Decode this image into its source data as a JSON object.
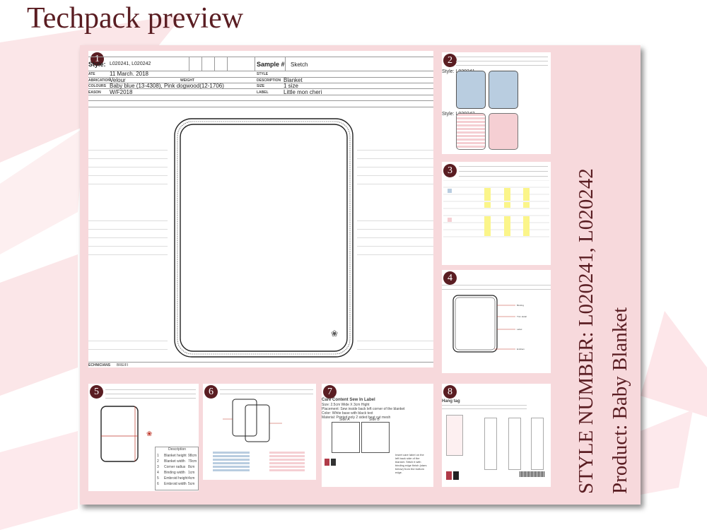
{
  "title": "Techpack preview",
  "side_text": {
    "style_number": "STYLE NUMBER: L020241, L020242",
    "product": "Product: Baby Blanket"
  },
  "colors": {
    "title": "#5a1d22",
    "card_bg": "#f7d9dc",
    "blue_swatch": "#b9cde0",
    "pink_swatch": "#f5cfd3"
  },
  "page1": {
    "badge": "1",
    "style_label": "Style:",
    "style_value": "L020241, L020242",
    "sample_label": "Sample #",
    "sample_value": "Sketch",
    "date_label": "ATE",
    "date_value": "11 March. 2018",
    "style2_label": "STYLE",
    "fabrication_label": "ABRICATION",
    "fabrication_value": "Velour",
    "weight_label": "WEIGHT",
    "description_label": "DESCRIPTION",
    "description_value": "Blanket",
    "colours_label": "COLOURS",
    "colours_value": "Baby blue (13-4308), Pink dogwood(12-1706)",
    "size_label": "SIZE",
    "size_value": "1 size",
    "season_label": "EASON",
    "season_value": "W/F2018",
    "label_label": "LABEL",
    "label_value": "Little mon cheri",
    "technicians_label": "ECHNICIANS",
    "technicians_value": "BREIFI"
  },
  "page2": {
    "badge": "2",
    "style_a": "Style: L020241",
    "style_b": "Style: L020242"
  },
  "page3": {
    "badge": "3"
  },
  "page4": {
    "badge": "4"
  },
  "page5": {
    "badge": "5",
    "table_header": "Description",
    "rows": [
      {
        "n": "1",
        "desc": "Blanket height",
        "val": "98cm"
      },
      {
        "n": "2",
        "desc": "Blanket width",
        "val": "79cm"
      },
      {
        "n": "3",
        "desc": "Corner radius",
        "val": "8cm"
      },
      {
        "n": "4",
        "desc": "Binding width",
        "val": "1cm"
      },
      {
        "n": "5",
        "desc": "Embroid height",
        "val": "4cm"
      },
      {
        "n": "6",
        "desc": "Embroid width",
        "val": "5cm"
      }
    ]
  },
  "page6": {
    "badge": "6"
  },
  "page7": {
    "badge": "7",
    "heading": "Care Content Sew In Label",
    "line1": "Size: 2.5cm Wide X 3cm Hight",
    "line2": "Placement: Sew inside back left corner of the blanket",
    "line3": "Color: White base with black text",
    "line4": "Material: Printed poly 2 sided heat cut mesh",
    "side_a": "Side A",
    "side_b": "Side B",
    "note": "Insert care label on the left back side of the blanket. Stitch it with binding edge finish (stars below) from the bottom edge."
  },
  "page8": {
    "badge": "8",
    "heading": "Hang tag"
  }
}
